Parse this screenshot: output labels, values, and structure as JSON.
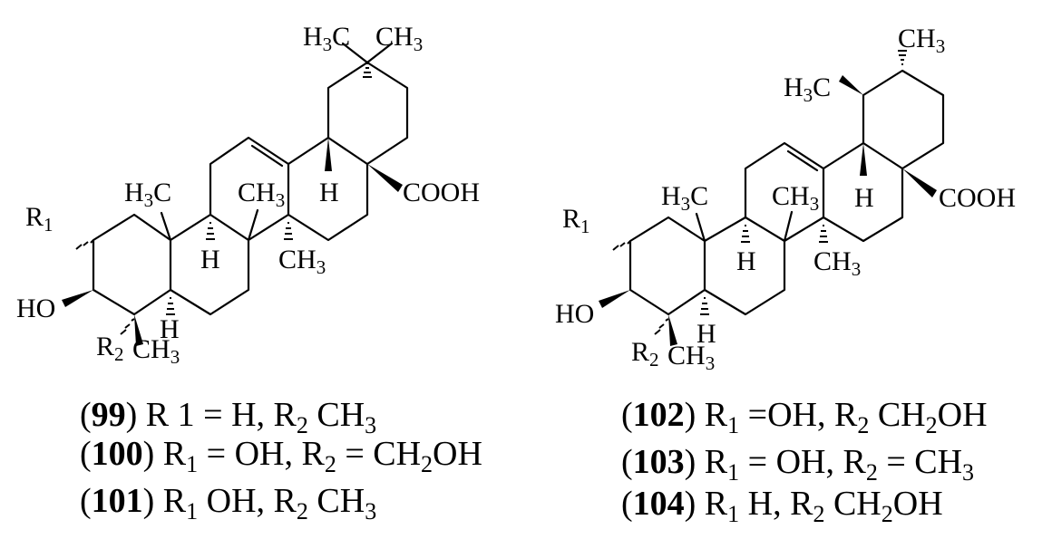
{
  "atoms": {
    "left": {
      "h3c_top": "H₃C",
      "ch3_top": "CH₃",
      "cooh": "COOH",
      "h_d": "H",
      "h3c_ab": "H₃C",
      "ch3_c": "CH₃",
      "h_b": "H",
      "ch3_c_down": "CH₃",
      "r1": "R",
      "ho": "HO",
      "h_a": "H",
      "r2": "R",
      "ch3_a": "CH₃"
    },
    "right": {
      "ch3_top": "CH₃",
      "h3c_e": "H₃C",
      "cooh": "COOH",
      "h_d": "H",
      "h3c_ab": "H₃C",
      "ch3_c": "CH₃",
      "h_b": "H",
      "ch3_c_down": "CH₃",
      "r1": "R",
      "ho": "HO",
      "h_a": "H",
      "r2": "R",
      "ch3_a": "CH₃"
    }
  },
  "captions": [
    {
      "num": "99",
      "text": "R 1 = H, R₂ CH₃"
    },
    {
      "num": "100",
      "text": "R₁ = OH, R₂ = CH₂OH"
    },
    {
      "num": "101",
      "text": "R₁ OH, R₂ CH₃"
    },
    {
      "num": "102",
      "text": "R₁ =OH, R₂ CH₂OH"
    },
    {
      "num": "103",
      "text": "R₁ = OH, R₂ = CH₃"
    },
    {
      "num": "104",
      "text": "R₁ H, R₂ CH₂OH"
    }
  ]
}
